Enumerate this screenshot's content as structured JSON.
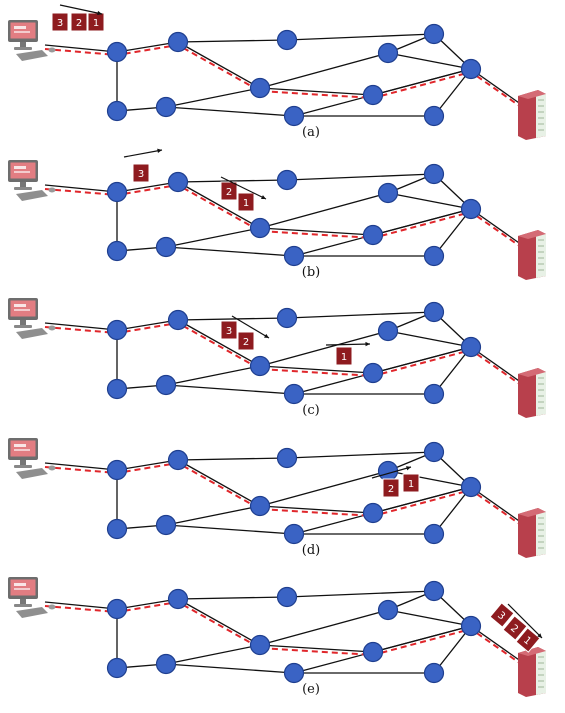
{
  "panels": [
    {
      "label": "(a)",
      "packets": [
        {
          "n": "3",
          "at": "source"
        },
        {
          "n": "2",
          "at": "source"
        },
        {
          "n": "1",
          "at": "source"
        }
      ]
    },
    {
      "label": "(b)",
      "packets": [
        {
          "n": "3",
          "at": "hop1"
        },
        {
          "n": "2",
          "at": "hop2"
        },
        {
          "n": "1",
          "at": "hop2"
        }
      ]
    },
    {
      "label": "(c)",
      "packets": [
        {
          "n": "3",
          "at": "hop2"
        },
        {
          "n": "2",
          "at": "hop2"
        },
        {
          "n": "1",
          "at": "hop3"
        }
      ]
    },
    {
      "label": "(d)",
      "packets": [
        {
          "n": "2",
          "at": "hop4"
        },
        {
          "n": "1",
          "at": "hop4"
        }
      ]
    },
    {
      "label": "(e)",
      "packets": [
        {
          "n": "3",
          "at": "dest"
        },
        {
          "n": "2",
          "at": "dest"
        },
        {
          "n": "1",
          "at": "dest"
        }
      ]
    }
  ],
  "colors": {
    "node": "#3a63c4",
    "route": "#e0262b",
    "packet": "#8e1b1f",
    "server": "#b8404c",
    "monitor": "#e27d82"
  },
  "icons": {
    "source": "desktop-computer-icon",
    "destination": "server-tower-icon"
  }
}
